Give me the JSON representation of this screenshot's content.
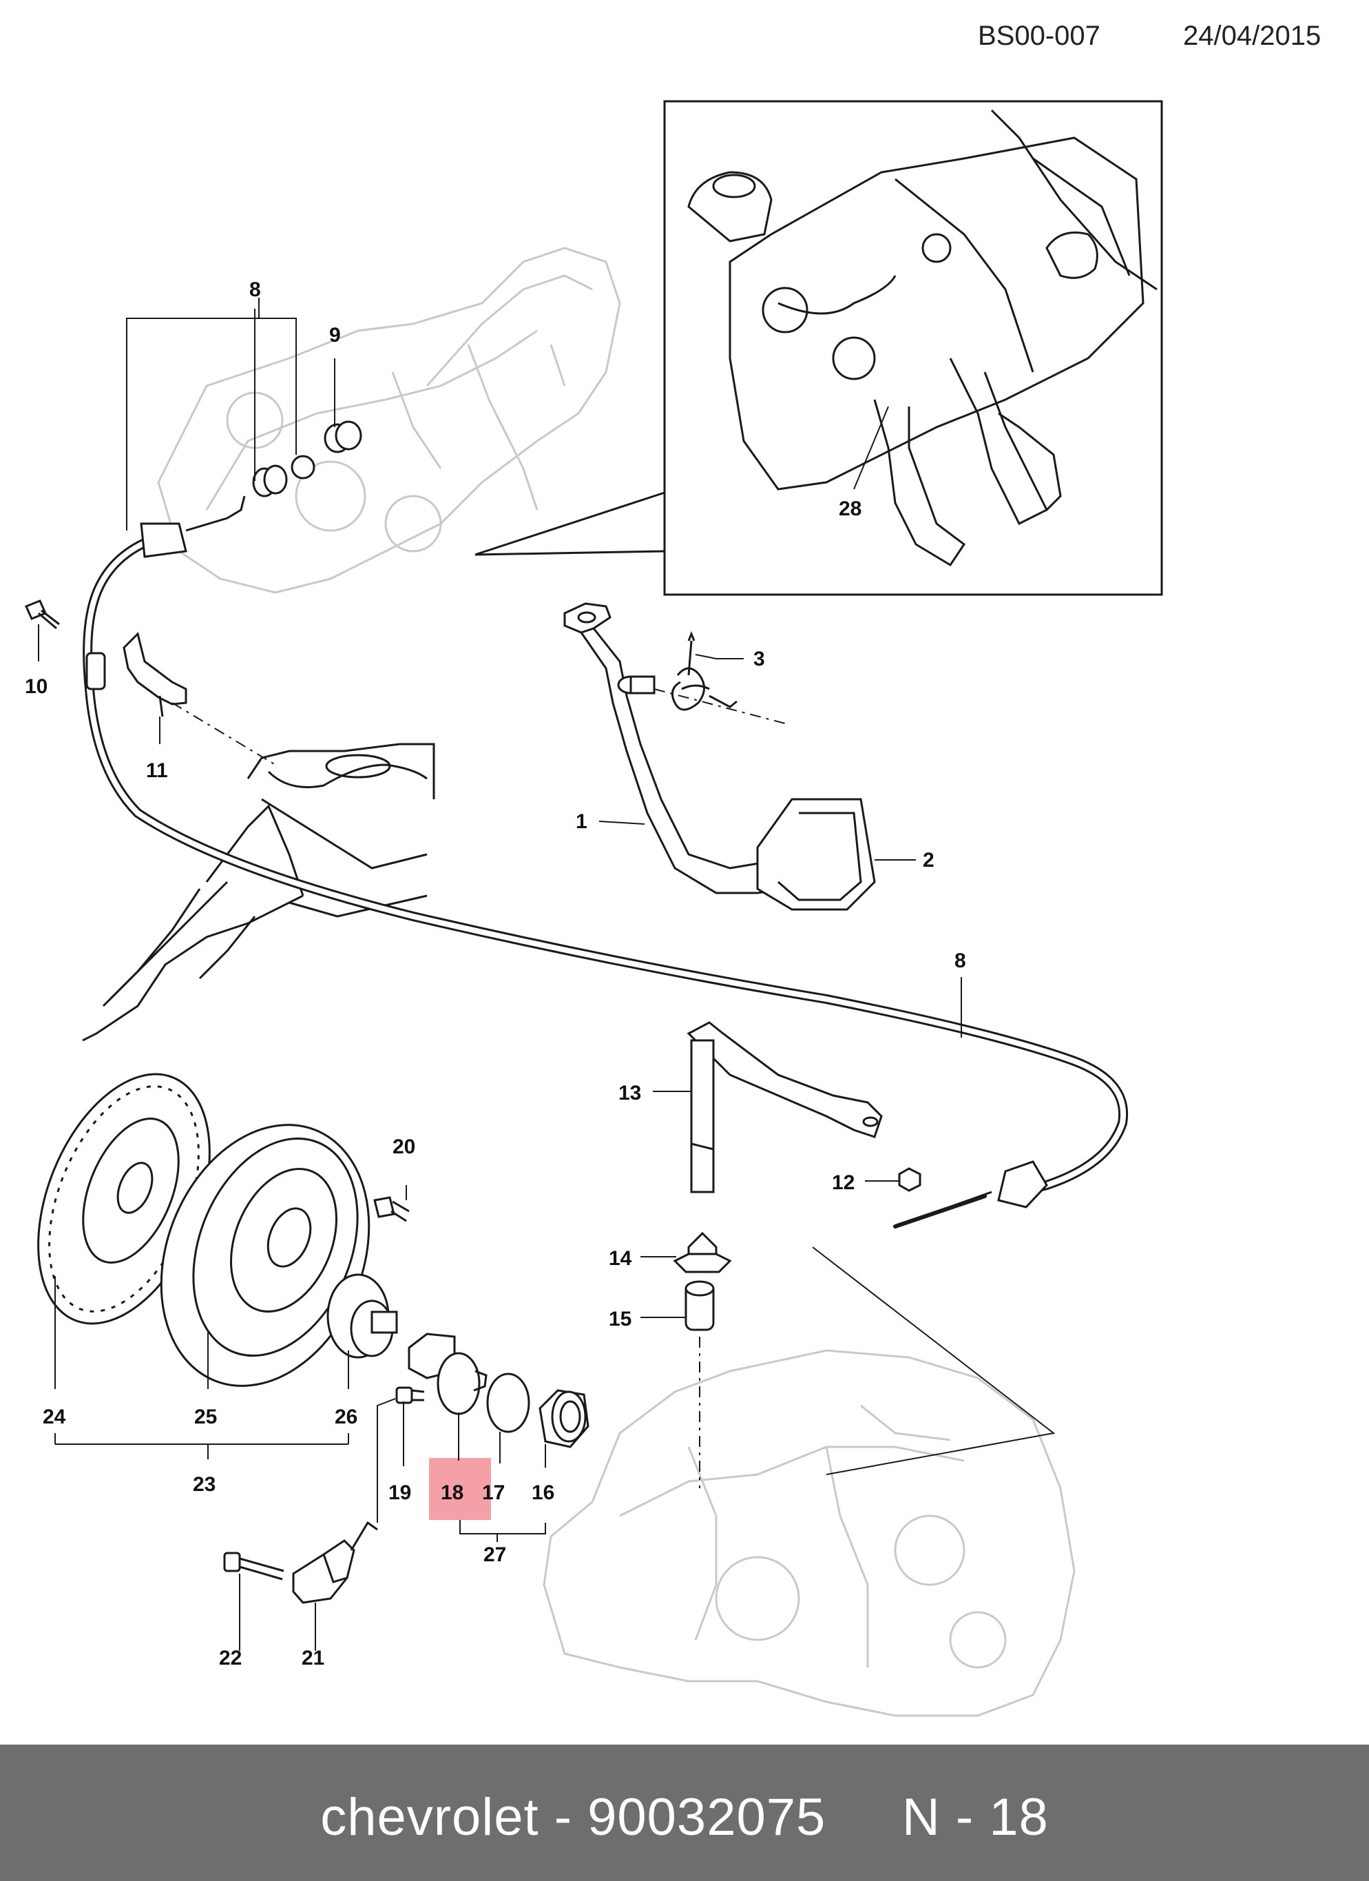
{
  "header": {
    "code": "BS00-007",
    "date": "24/04/2015"
  },
  "footer": {
    "text": "chevrolet - 90032075     N - 18"
  },
  "highlight": "18",
  "colors": {
    "highlight": "#f4a0a6",
    "footer_bg": "#6e6e6e",
    "line": "#1a1a1a",
    "ghost": "#c9c9c9"
  },
  "callouts": {
    "c1": "1",
    "c2": "2",
    "c3": "3",
    "c8a": "8",
    "c8b": "8",
    "c9": "9",
    "c10": "10",
    "c11": "11",
    "c12": "12",
    "c13": "13",
    "c14": "14",
    "c15": "15",
    "c16": "16",
    "c17": "17",
    "c18": "18",
    "c19": "19",
    "c20": "20",
    "c21": "21",
    "c22": "22",
    "c23": "23",
    "c24": "24",
    "c25": "25",
    "c26": "26",
    "c27": "27",
    "c28": "28"
  }
}
